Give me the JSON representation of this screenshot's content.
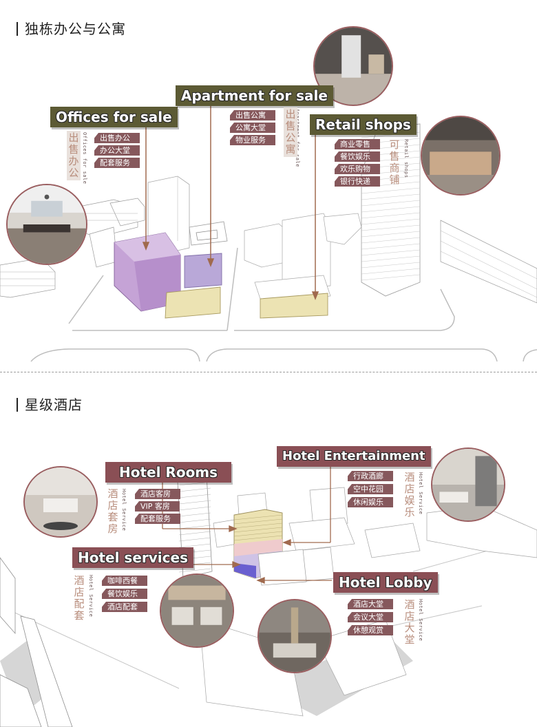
{
  "sections": [
    {
      "title": "独栋办公与公寓"
    },
    {
      "title": "星级酒店"
    }
  ],
  "offices": {
    "banner": "Offices for sale",
    "vertical_cn": "出售办公",
    "vertical_en": "Offices for sale",
    "tags": [
      "出售办公",
      "办公大堂",
      "配套服务"
    ]
  },
  "apartment": {
    "banner": "Apartment for sale",
    "vertical_cn": "出售公寓",
    "vertical_en": "Apartment for sale",
    "tags": [
      "出售公寓",
      "公寓大堂",
      "物业服务"
    ]
  },
  "retail": {
    "banner": "Retail shops",
    "vertical_cn": "可售商铺",
    "vertical_en": "Retail shops",
    "tags": [
      "商业零售",
      "餐饮娱乐",
      "欢乐购物",
      "银行快递"
    ]
  },
  "hotel_rooms": {
    "banner": "Hotel Rooms",
    "vertical_cn": "酒店套房",
    "vertical_en": "Hotel Service",
    "tags": [
      "酒店客房",
      "VIP 客房",
      "配套服务"
    ]
  },
  "hotel_entertainment": {
    "banner": "Hotel Entertainment",
    "vertical_cn": "酒店娱乐",
    "vertical_en": "Hotel Service",
    "tags": [
      "行政酒廊",
      "空中花园",
      "休闲娱乐"
    ]
  },
  "hotel_services": {
    "banner": "Hotel services",
    "vertical_cn": "酒店配套",
    "vertical_en": "Hotel Service",
    "tags": [
      "咖啡西餐",
      "餐饮娱乐",
      "酒店配套"
    ]
  },
  "hotel_lobby": {
    "banner": "Hotel Lobby",
    "vertical_cn": "酒店大堂",
    "vertical_en": "Hotel Service",
    "tags": [
      "酒店大堂",
      "会议大堂",
      "休憩观赏"
    ]
  },
  "colors": {
    "banner_green": "#5c5a34",
    "banner_maroon": "#8a4f55",
    "tag_bg": "#86585c",
    "vertical_text": "#b88d7c",
    "office_volume": "#c9a8d6",
    "podium_volume": "#ece3b3",
    "arrow": "#a06a4e"
  }
}
